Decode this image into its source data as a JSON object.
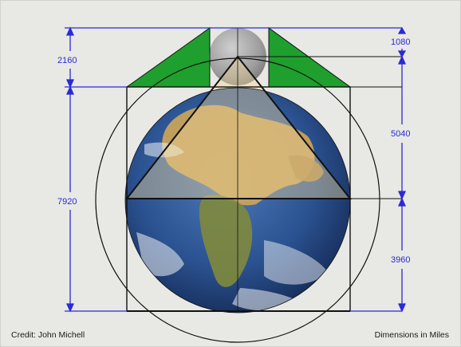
{
  "colors": {
    "background": "#e8e8e4",
    "dimension_lines": "#2a2ad8",
    "triangle_fill": "#1f9f2e",
    "earth_ocean": "#1e3f78",
    "earth_land": "#c8a25a",
    "moon": "#a8a8a8",
    "construction_lines": "#111111"
  },
  "dimensions": {
    "top_left": "2160",
    "top_right": "1080",
    "left_main": "7920",
    "right_upper": "5040",
    "right_lower": "3960"
  },
  "footer": {
    "credit": "Credit: John Michell",
    "units": "Dimensions in Miles"
  },
  "icons": {
    "earth": "earth-globe-icon",
    "moon": "moon-icon"
  }
}
